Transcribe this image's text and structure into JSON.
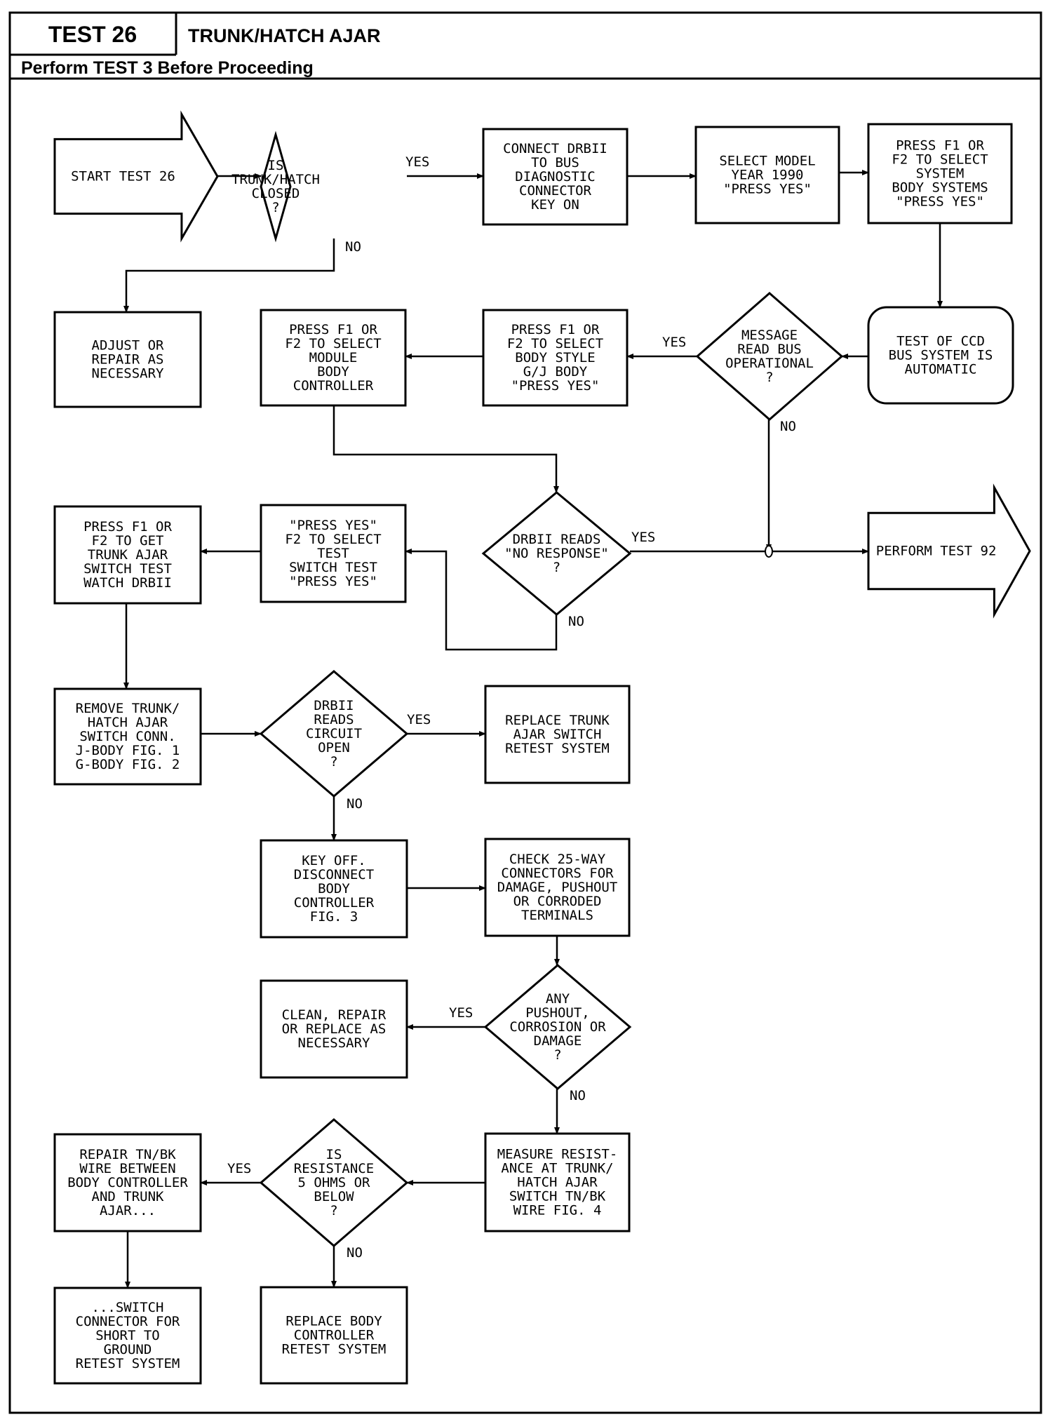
{
  "header": {
    "test_number": "TEST 26",
    "test_title": "TRUNK/HATCH AJAR",
    "prerequisite": "Perform TEST 3 Before Proceeding"
  },
  "nodes": {
    "start": {
      "shape": "arrow",
      "lines": [
        "START TEST 26"
      ]
    },
    "d_closed": {
      "shape": "diamond",
      "lines": [
        "IS",
        "TRUNK/HATCH",
        "CLOSED",
        "?"
      ]
    },
    "connect_drb": {
      "shape": "box",
      "lines": [
        "CONNECT DRBII",
        "TO BUS",
        "DIAGNOSTIC",
        "CONNECTOR",
        "KEY ON"
      ]
    },
    "select_year": {
      "shape": "box",
      "lines": [
        "SELECT MODEL",
        "YEAR 1990",
        "\"PRESS YES\""
      ]
    },
    "select_system": {
      "shape": "box",
      "lines": [
        "PRESS F1 OR",
        "F2 TO SELECT",
        "SYSTEM",
        "BODY SYSTEMS",
        "\"PRESS YES\""
      ]
    },
    "adjust": {
      "shape": "box",
      "lines": [
        "ADJUST OR",
        "REPAIR AS",
        "NECESSARY"
      ]
    },
    "select_module": {
      "shape": "box",
      "lines": [
        "PRESS F1 OR",
        "F2 TO SELECT",
        "MODULE",
        "BODY",
        "CONTROLLER"
      ]
    },
    "select_body": {
      "shape": "box",
      "lines": [
        "PRESS F1 OR",
        "F2 TO SELECT",
        "BODY STYLE",
        "G/J BODY",
        "\"PRESS YES\""
      ]
    },
    "d_message": {
      "shape": "diamond",
      "lines": [
        "MESSAGE",
        "READ BUS",
        "OPERATIONAL",
        "?"
      ]
    },
    "ccd_auto": {
      "shape": "rounded",
      "lines": [
        "TEST OF CCD",
        "BUS SYSTEM IS",
        "AUTOMATIC"
      ]
    },
    "get_test": {
      "shape": "box",
      "lines": [
        "PRESS F1 OR",
        "F2 TO GET",
        "TRUNK AJAR",
        "SWITCH TEST",
        "WATCH DRBII"
      ]
    },
    "select_test": {
      "shape": "box",
      "lines": [
        "\"PRESS YES\"",
        "F2 TO SELECT",
        "TEST",
        "SWITCH TEST",
        "\"PRESS YES\""
      ]
    },
    "d_no_response": {
      "shape": "diamond",
      "lines": [
        "DRBII READS",
        "\"NO RESPONSE\"",
        "?"
      ]
    },
    "test92": {
      "shape": "arrow",
      "lines": [
        "PERFORM TEST 92"
      ]
    },
    "remove_conn": {
      "shape": "box",
      "lines": [
        "REMOVE TRUNK/",
        "HATCH AJAR",
        "SWITCH CONN.",
        "J-BODY FIG. 1",
        "G-BODY FIG. 2"
      ]
    },
    "d_circuit_open": {
      "shape": "diamond",
      "lines": [
        "DRBII",
        "READS",
        "CIRCUIT",
        "OPEN",
        "?"
      ]
    },
    "replace_switch": {
      "shape": "box",
      "lines": [
        "REPLACE TRUNK",
        "AJAR SWITCH",
        "RETEST SYSTEM"
      ]
    },
    "key_off": {
      "shape": "box",
      "lines": [
        "KEY OFF.",
        "DISCONNECT",
        "BODY",
        "CONTROLLER",
        "FIG. 3"
      ]
    },
    "check_conn": {
      "shape": "box",
      "lines": [
        "CHECK 25-WAY",
        "CONNECTORS FOR",
        "DAMAGE, PUSHOUT",
        "OR CORRODED",
        "TERMINALS"
      ]
    },
    "clean": {
      "shape": "box",
      "lines": [
        "CLEAN, REPAIR",
        "OR REPLACE AS",
        "NECESSARY"
      ]
    },
    "d_pushout": {
      "shape": "diamond",
      "lines": [
        "ANY",
        "PUSHOUT,",
        "CORROSION OR",
        "DAMAGE",
        "?"
      ]
    },
    "repair_wire": {
      "shape": "box",
      "lines": [
        "REPAIR TN/BK",
        "WIRE BETWEEN",
        "BODY CONTROLLER",
        "AND TRUNK",
        "AJAR..."
      ]
    },
    "d_resistance": {
      "shape": "diamond",
      "lines": [
        "IS",
        "RESISTANCE",
        "5 OHMS OR",
        "BELOW",
        "?"
      ]
    },
    "measure": {
      "shape": "box",
      "lines": [
        "MEASURE RESIST-",
        "ANCE AT TRUNK/",
        "HATCH AJAR",
        "SWITCH TN/BK",
        "WIRE FIG. 4"
      ]
    },
    "switch_conn": {
      "shape": "box",
      "lines": [
        "...SWITCH",
        "CONNECTOR FOR",
        "SHORT TO",
        "GROUND",
        "RETEST SYSTEM"
      ]
    },
    "replace_bc": {
      "shape": "box",
      "lines": [
        "REPLACE BODY",
        "CONTROLLER",
        "RETEST SYSTEM"
      ]
    }
  },
  "edges": [
    {
      "from": "start",
      "to": "d_closed"
    },
    {
      "from": "d_closed",
      "to": "connect_drb",
      "label": "YES"
    },
    {
      "from": "d_closed",
      "to": "adjust",
      "label": "NO"
    },
    {
      "from": "connect_drb",
      "to": "select_year"
    },
    {
      "from": "select_year",
      "to": "select_system"
    },
    {
      "from": "select_system",
      "to": "ccd_auto"
    },
    {
      "from": "ccd_auto",
      "to": "d_message"
    },
    {
      "from": "d_message",
      "to": "select_body",
      "label": "YES"
    },
    {
      "from": "d_message",
      "to": "test92",
      "label": "NO"
    },
    {
      "from": "select_body",
      "to": "select_module"
    },
    {
      "from": "select_module",
      "to": "d_no_response"
    },
    {
      "from": "d_no_response",
      "to": "test92",
      "label": "YES"
    },
    {
      "from": "d_no_response",
      "to": "select_test",
      "label": "NO"
    },
    {
      "from": "select_test",
      "to": "get_test"
    },
    {
      "from": "get_test",
      "to": "remove_conn"
    },
    {
      "from": "remove_conn",
      "to": "d_circuit_open"
    },
    {
      "from": "d_circuit_open",
      "to": "replace_switch",
      "label": "YES"
    },
    {
      "from": "d_circuit_open",
      "to": "key_off",
      "label": "NO"
    },
    {
      "from": "key_off",
      "to": "check_conn"
    },
    {
      "from": "check_conn",
      "to": "d_pushout"
    },
    {
      "from": "d_pushout",
      "to": "clean",
      "label": "YES"
    },
    {
      "from": "d_pushout",
      "to": "measure",
      "label": "NO"
    },
    {
      "from": "measure",
      "to": "d_resistance"
    },
    {
      "from": "d_resistance",
      "to": "repair_wire",
      "label": "YES"
    },
    {
      "from": "d_resistance",
      "to": "replace_bc",
      "label": "NO"
    },
    {
      "from": "repair_wire",
      "to": "switch_conn"
    }
  ]
}
